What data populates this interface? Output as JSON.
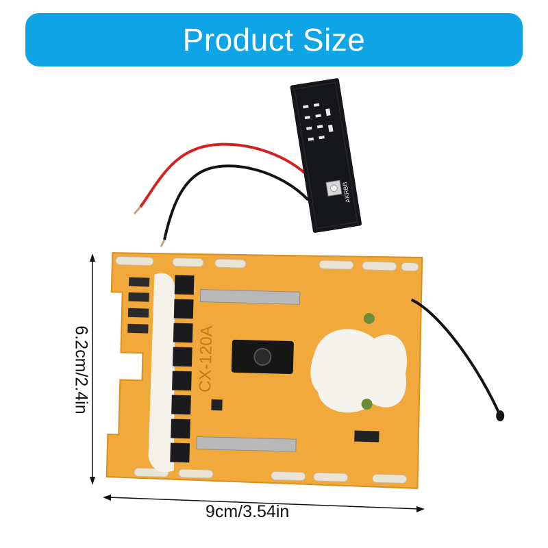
{
  "banner": {
    "title": "Product Size",
    "color": "#0ea4e6"
  },
  "dimensions": {
    "width_label": "9cm/3.54in",
    "height_label": "6.2cm/2.4in"
  },
  "board_marking": "CX-120A",
  "small_board_marking": "AKRBB",
  "pcb_color": "#f2a93b",
  "icons": [
    "dimension-arrow-horizontal",
    "dimension-arrow-vertical"
  ]
}
